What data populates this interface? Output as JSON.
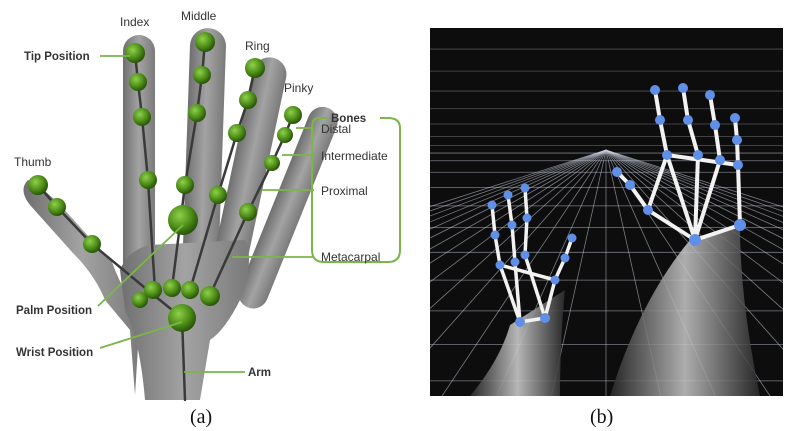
{
  "panel_a": {
    "finger_labels": {
      "index": "Index",
      "middle": "Middle",
      "ring": "Ring",
      "pinky": "Pinky",
      "thumb": "Thumb"
    },
    "callouts": {
      "tip_position": "Tip Position",
      "palm_position": "Palm Position",
      "wrist_position": "Wrist Position",
      "arm": "Arm"
    },
    "bones": {
      "title": "Bones",
      "distal": "Distal",
      "intermediate": "Intermediate",
      "proximal": "Proximal",
      "metacarpal": "Metacarpal"
    },
    "colors": {
      "joint": "#4a8a16",
      "joint_light": "#7cc23a",
      "leader": "#7ab648",
      "skin": "#8a8a8a",
      "bone": "#3a3a3a"
    },
    "caption": "(a)"
  },
  "panel_b": {
    "colors": {
      "background": "#0d0d0d",
      "grid": "#cfd6e6",
      "joint": "#5f8fe6",
      "bone": "#f2f2f2"
    },
    "caption": "(b)"
  }
}
